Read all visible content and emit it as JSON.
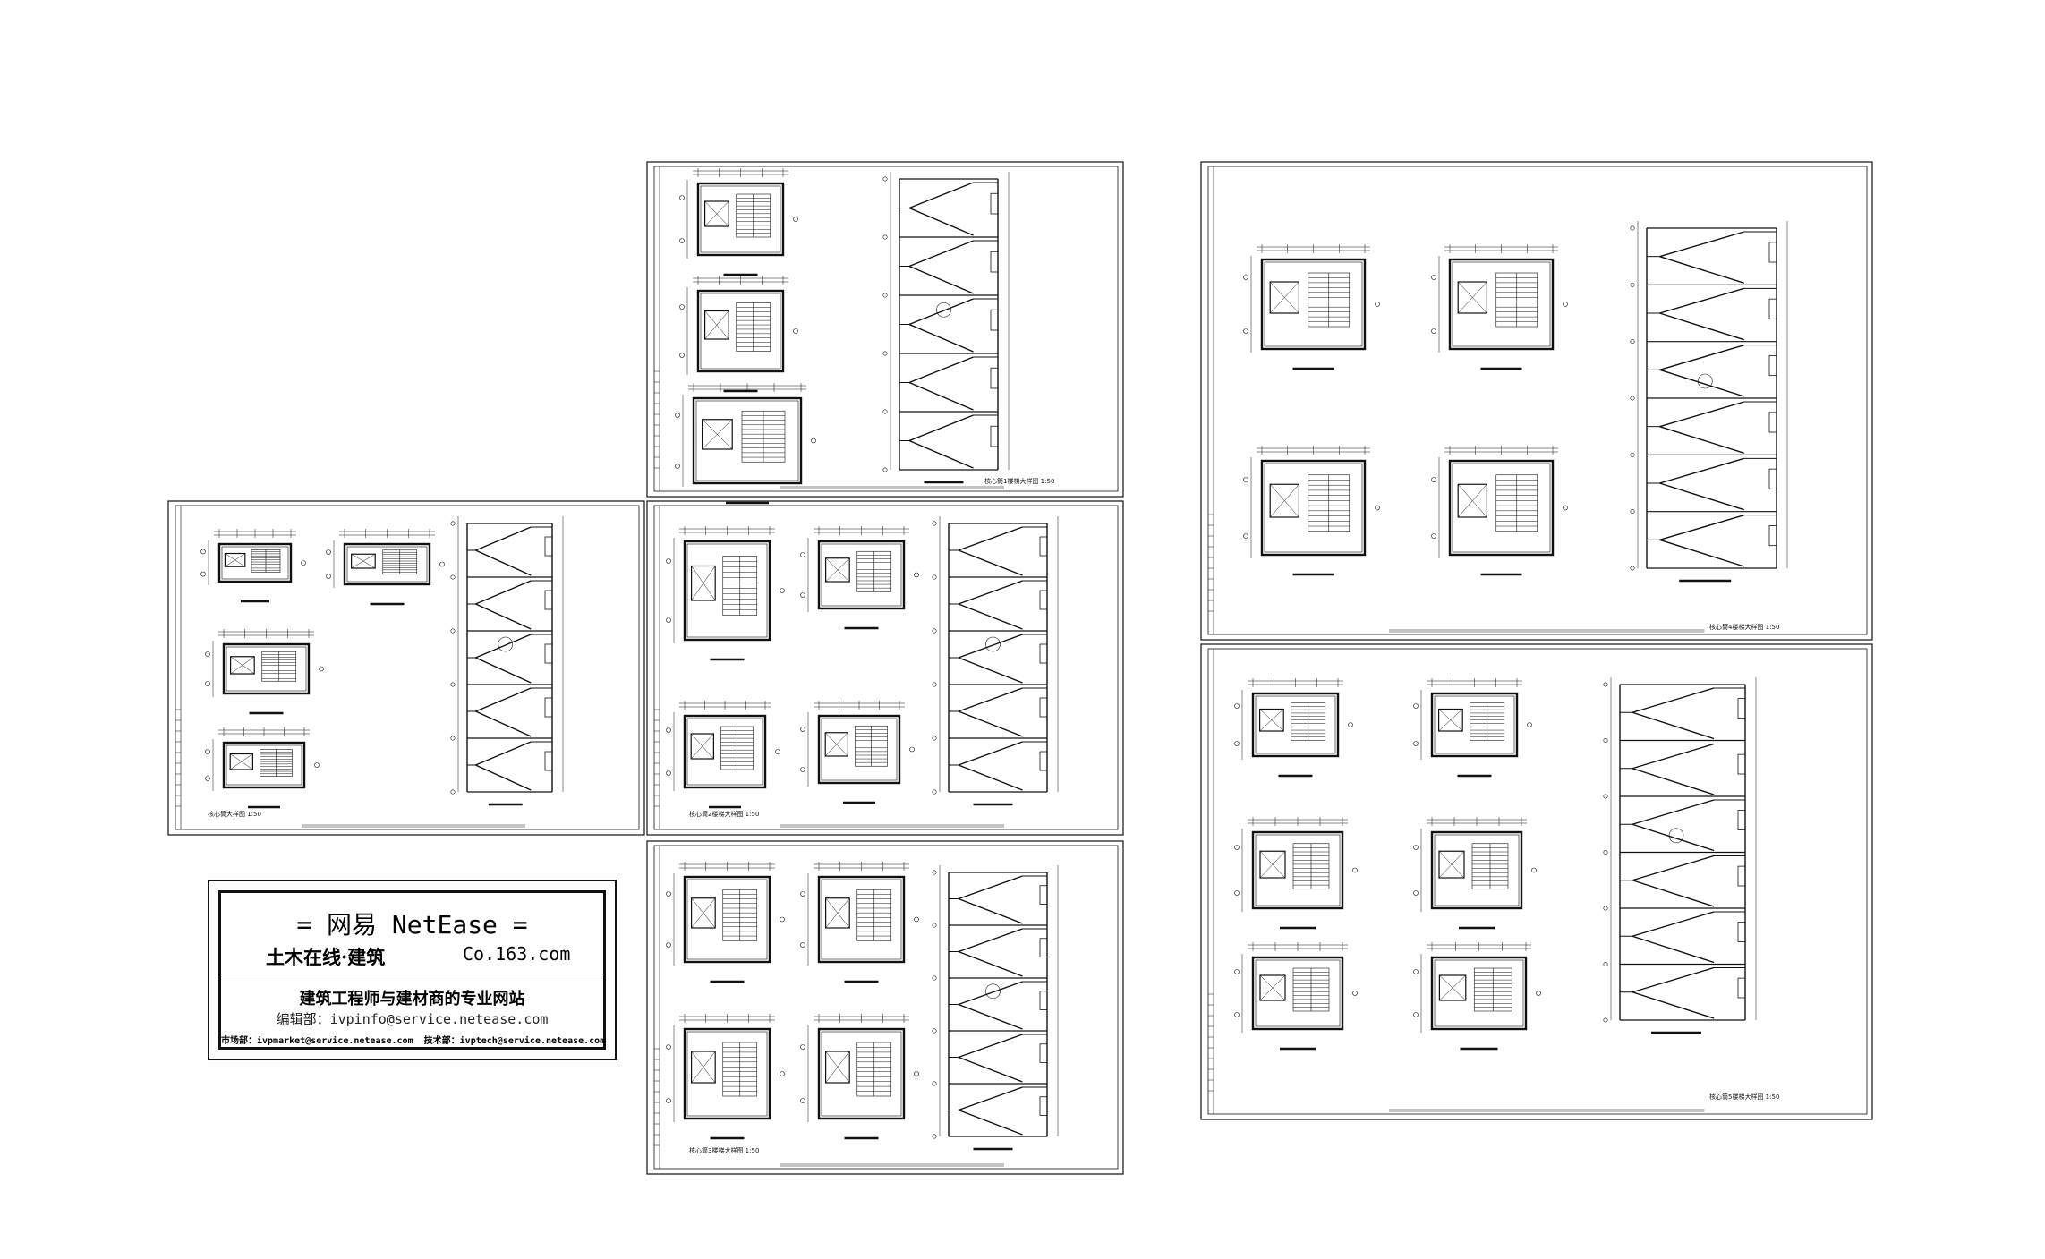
{
  "stamp": {
    "title": "=  网易 NetEase  =",
    "site_label": "土木在线·建筑",
    "site_url": "Co.163.com",
    "slogan": "建筑工程师与建材商的专业网站",
    "editor_label": "编辑部：",
    "editor_email": "ivpinfo@service.netease.com",
    "market_label": "市场部：",
    "market_email": "ivpmarket@service.netease.com",
    "tech_label": "技术部：",
    "tech_email": "ivptech@service.netease.com"
  },
  "colors": {
    "line": "#111111",
    "background": "#ffffff"
  },
  "sheet_titles": {
    "sheet_a": "核心筒1楼梯大样图 1:50",
    "sheet_b": "核心筒大样图 1:50",
    "sheet_c": "核心筒2楼梯大样图 1:50",
    "sheet_d": "核心筒3楼梯大样图 1:50",
    "sheet_e": "核心筒4楼梯大样图 1:50",
    "sheet_f": "核心筒5楼梯大样图 1:50"
  }
}
